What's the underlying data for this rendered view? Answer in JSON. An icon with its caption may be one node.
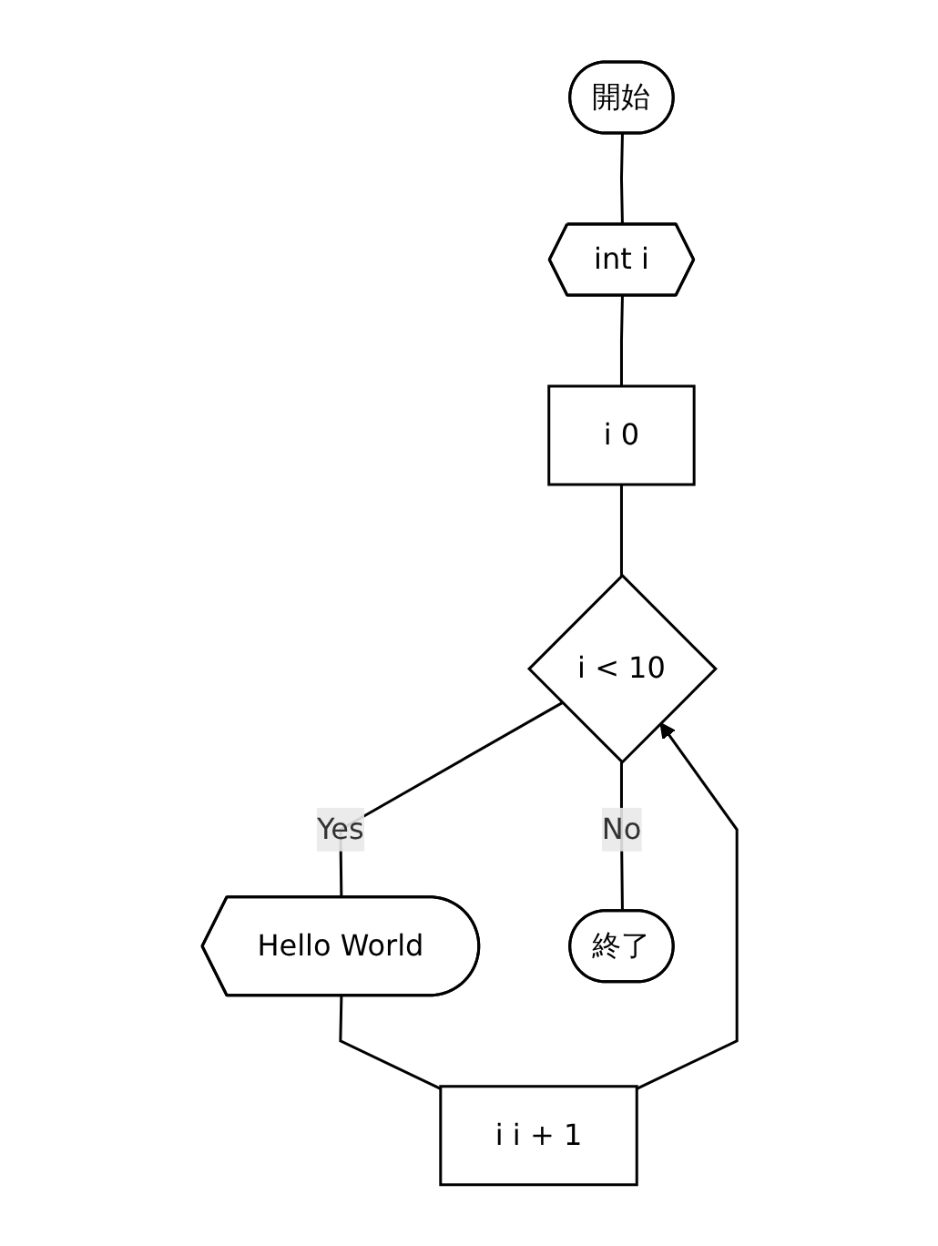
{
  "diagram": {
    "nodes": [
      {
        "text": [
          "開始"
        ]
      },
      {
        "text": [
          "int i"
        ]
      },
      {
        "text": [
          "i 0"
        ]
      },
      {
        "text": [
          "i < 10"
        ]
      },
      {
        "text": [
          "Hello World"
        ]
      },
      {
        "text": [
          "i i + 1"
        ]
      },
      {
        "text": [
          "終了"
        ]
      }
    ],
    "edges": [
      {
        "from": 0,
        "to": 1,
        "arrow": "none"
      },
      {
        "from": 1,
        "to": 2,
        "arrow": "none"
      },
      {
        "from": 2,
        "to": 3,
        "arrow": "none"
      },
      {
        "from": 3,
        "to": 4,
        "label": "Yes",
        "arrow": "none"
      },
      {
        "from": 4,
        "to": 5,
        "arrow": "none"
      },
      {
        "from": 5,
        "to": 3,
        "arrow": "to"
      },
      {
        "from": 3,
        "to": 6,
        "label": "No",
        "arrow": "none"
      }
    ]
  }
}
